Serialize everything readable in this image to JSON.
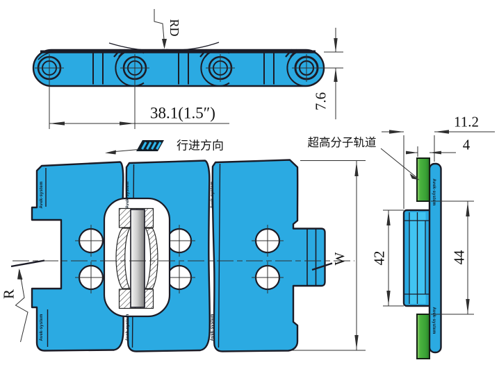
{
  "colors": {
    "background": "#FFFFFF",
    "chain-fill": "#2BAAE2",
    "chain-bright": "#41C4F2",
    "outline": "#1B1B26",
    "dim-line": "#2F2F2F",
    "text": "#111111",
    "stripe-cyan": "#2FB6EC",
    "rail-green": "#41AE3C",
    "stamp": "#0E1C28"
  },
  "top_view": {
    "rd": "RD",
    "pitch": "38.1(1.5″)",
    "height": "7.6"
  },
  "direction_label": "行进方向",
  "plan_view": {
    "radius": "R",
    "width": "W"
  },
  "side_view": {
    "track": "超高分子轨道",
    "hub_width": "11.2",
    "rail_thickness": "4",
    "hub_height": "42",
    "rail_gap": "44"
  },
  "brand_stamp": "Avek-system"
}
